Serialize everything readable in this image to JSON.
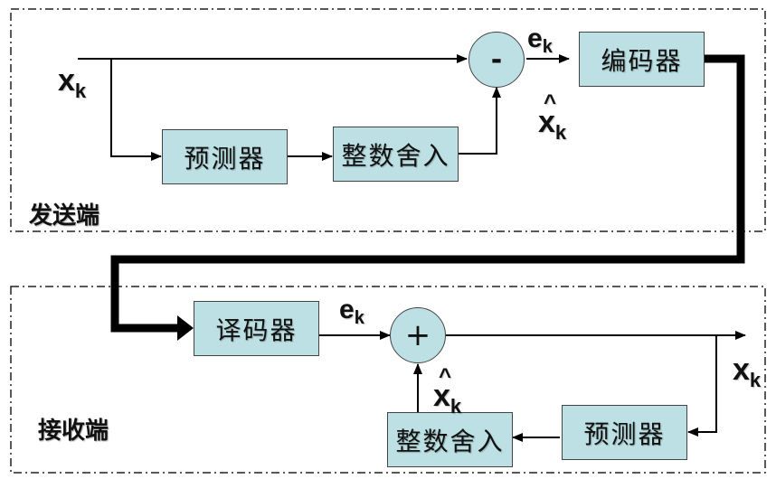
{
  "colors": {
    "block_fill": "#bce0e3",
    "line": "#000000",
    "border": "#444444"
  },
  "sender": {
    "label": "发送端",
    "input_label": {
      "main": "x",
      "sub": "k"
    },
    "predictor_label": "预测器",
    "rounding_label": "整数舍入",
    "subtractor_symbol": "-",
    "error_label": {
      "main": "e",
      "sub": "k"
    },
    "prediction_label": {
      "hat": "^",
      "main": "x",
      "sub": "k"
    },
    "encoder_label": "编码器"
  },
  "receiver": {
    "label": "接收端",
    "decoder_label": "译码器",
    "error_label": {
      "main": "e",
      "sub": "k"
    },
    "adder_symbol": "+",
    "prediction_label": {
      "hat": "^",
      "main": "x",
      "sub": "k"
    },
    "output_label": {
      "main": "x",
      "sub": "k"
    },
    "rounding_label": "整数舍入",
    "predictor_label": "预测器"
  }
}
